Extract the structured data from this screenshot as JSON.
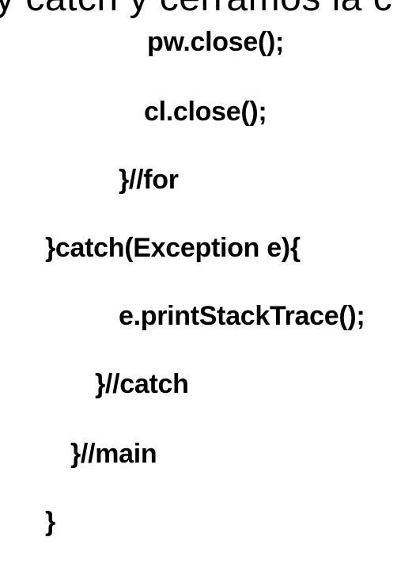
{
  "header_fragment": "y catch y cerramos la c",
  "code_lines": [
    "pw.close();",
    "cl.close();",
    "}//for",
    "}catch(Exception e){",
    "e.printStackTrace();",
    "}//catch",
    "}//main",
    "}"
  ]
}
